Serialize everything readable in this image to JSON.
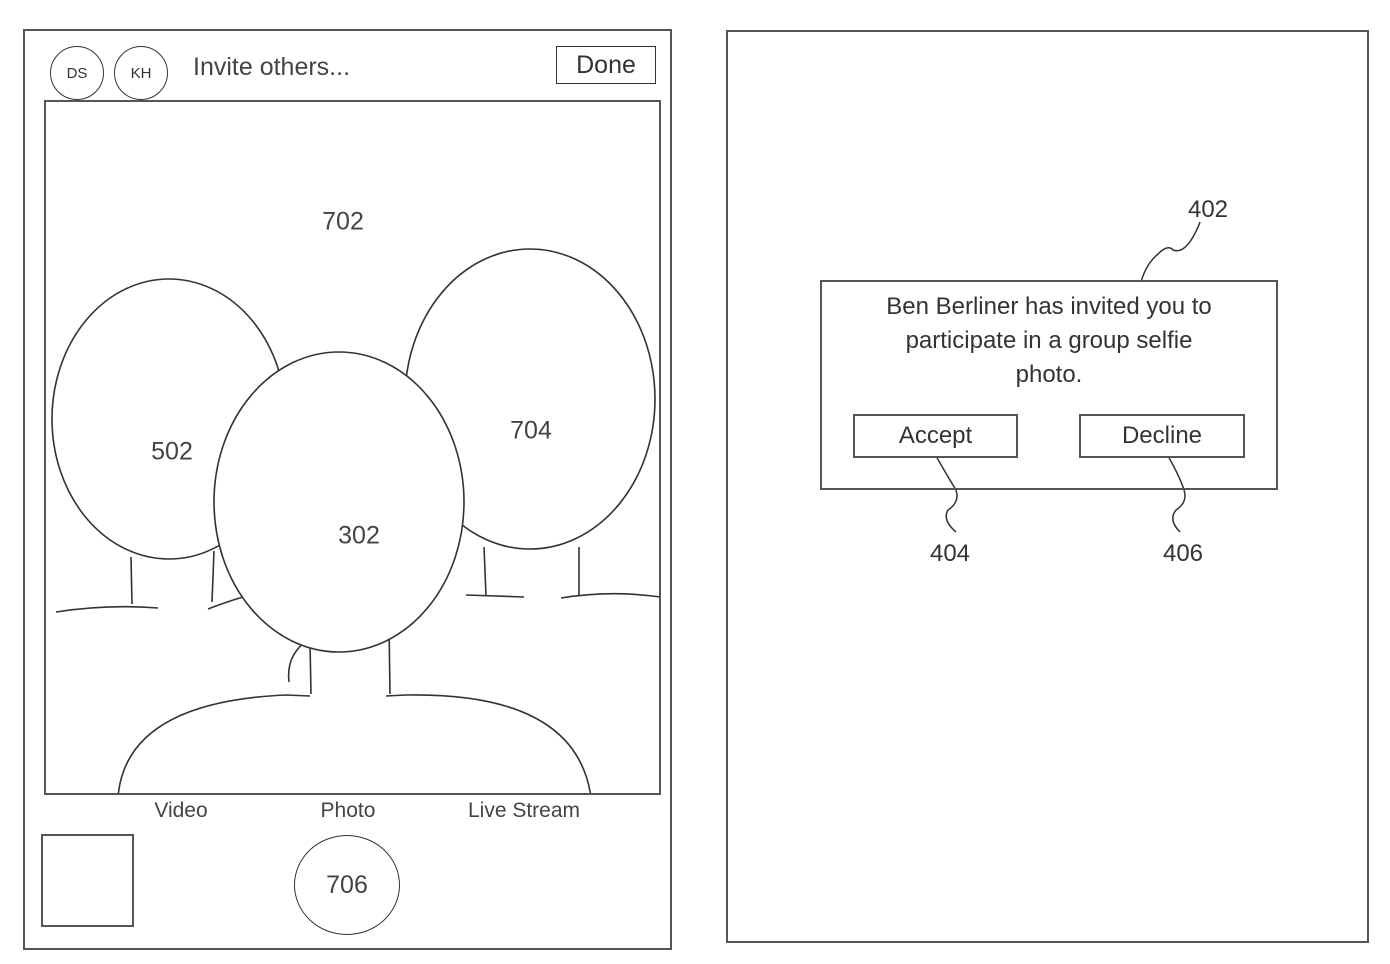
{
  "left_screen": {
    "header": {
      "avatars": [
        {
          "initials": "DS"
        },
        {
          "initials": "KH"
        }
      ],
      "invite_label": "Invite others...",
      "done_label": "Done"
    },
    "viewfinder": {
      "reference_label": "702",
      "figures": [
        {
          "label": "502",
          "position": "back-left"
        },
        {
          "label": "704",
          "position": "back-right"
        },
        {
          "label": "302",
          "position": "front-center"
        }
      ]
    },
    "modes": [
      "Video",
      "Photo",
      "Live Stream"
    ],
    "shutter_label": "706"
  },
  "right_screen": {
    "dialog": {
      "reference_label": "402",
      "message_lines": [
        "Ben Berliner has invited you to",
        "participate in a group selfie",
        "photo."
      ],
      "accept_label": "Accept",
      "accept_reference": "404",
      "decline_label": "Decline",
      "decline_reference": "406"
    }
  }
}
